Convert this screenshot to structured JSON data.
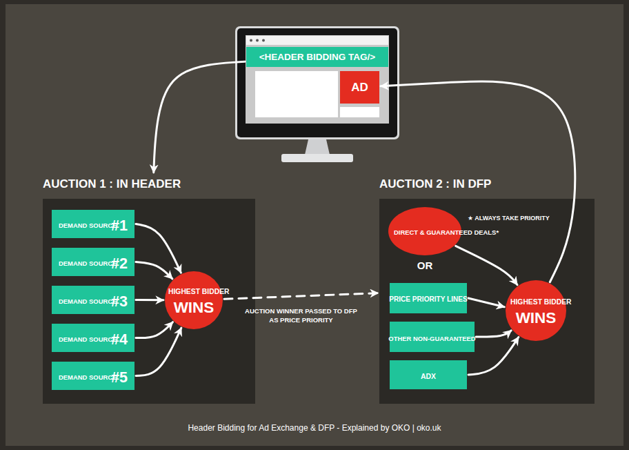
{
  "diagram": {
    "caption": "Header Bidding for Ad Exchange & DFP - Explained by OKO | oko.uk",
    "nodes": [
      {
        "text": [
          "<HEADER BIDDING TAG/>"
        ]
      },
      {
        "text": [
          "AD"
        ]
      },
      {
        "text": [
          "AUCTION 1 : IN HEADER"
        ]
      },
      {
        "text": [
          "DEMAND SOURCE",
          "#1"
        ],
        "in": 2
      },
      {
        "text": [
          "DEMAND SOURCE",
          "#2"
        ],
        "in": 2
      },
      {
        "text": [
          "DEMAND SOURCE",
          "#3"
        ],
        "in": 2
      },
      {
        "text": [
          "DEMAND SOURCE",
          "#4"
        ],
        "in": 2
      },
      {
        "text": [
          "DEMAND SOURCE",
          "#5"
        ],
        "in": 2
      },
      {
        "text": [
          "HIGHEST BIDDER",
          "WINS"
        ],
        "in": 2
      },
      {
        "text": [
          "AUCTION 2 : IN DFP"
        ]
      },
      {
        "text": [
          "DIRECT & GUARANTEED DEALS*"
        ],
        "in": 9
      },
      {
        "text": [
          "PRICE PRIORITY LINES"
        ],
        "in": 9
      },
      {
        "text": [
          "OTHER NON-GUARANTEED"
        ],
        "in": 9
      },
      {
        "text": [
          "ADX"
        ],
        "in": 9
      },
      {
        "text": [
          "HIGHEST BIDDER",
          "WINS"
        ],
        "in": 9
      }
    ],
    "edges": [
      {
        "from": 0,
        "to": 2,
        "arrow": "to"
      },
      {
        "from": 3,
        "to": 8,
        "arrow": "to"
      },
      {
        "from": 4,
        "to": 8,
        "arrow": "to"
      },
      {
        "from": 5,
        "to": 8,
        "arrow": "to"
      },
      {
        "from": 6,
        "to": 8,
        "arrow": "to"
      },
      {
        "from": 7,
        "to": 8,
        "arrow": "to"
      },
      {
        "from": 8,
        "to": 9,
        "label": "AUCTION WINNER PASSED TO DFP AS PRICE PRIORITY",
        "arrow": "to"
      },
      {
        "from": 10,
        "to": 14,
        "arrow": "to"
      },
      {
        "from": 11,
        "to": 14,
        "arrow": "to"
      },
      {
        "from": 12,
        "to": 14,
        "arrow": "to"
      },
      {
        "from": 13,
        "to": 14,
        "arrow": "to"
      },
      {
        "from": 14,
        "to": 1,
        "arrow": "to"
      }
    ],
    "labels": [
      "★ ALWAYS TAKE PRIORITY",
      "OR"
    ]
  }
}
